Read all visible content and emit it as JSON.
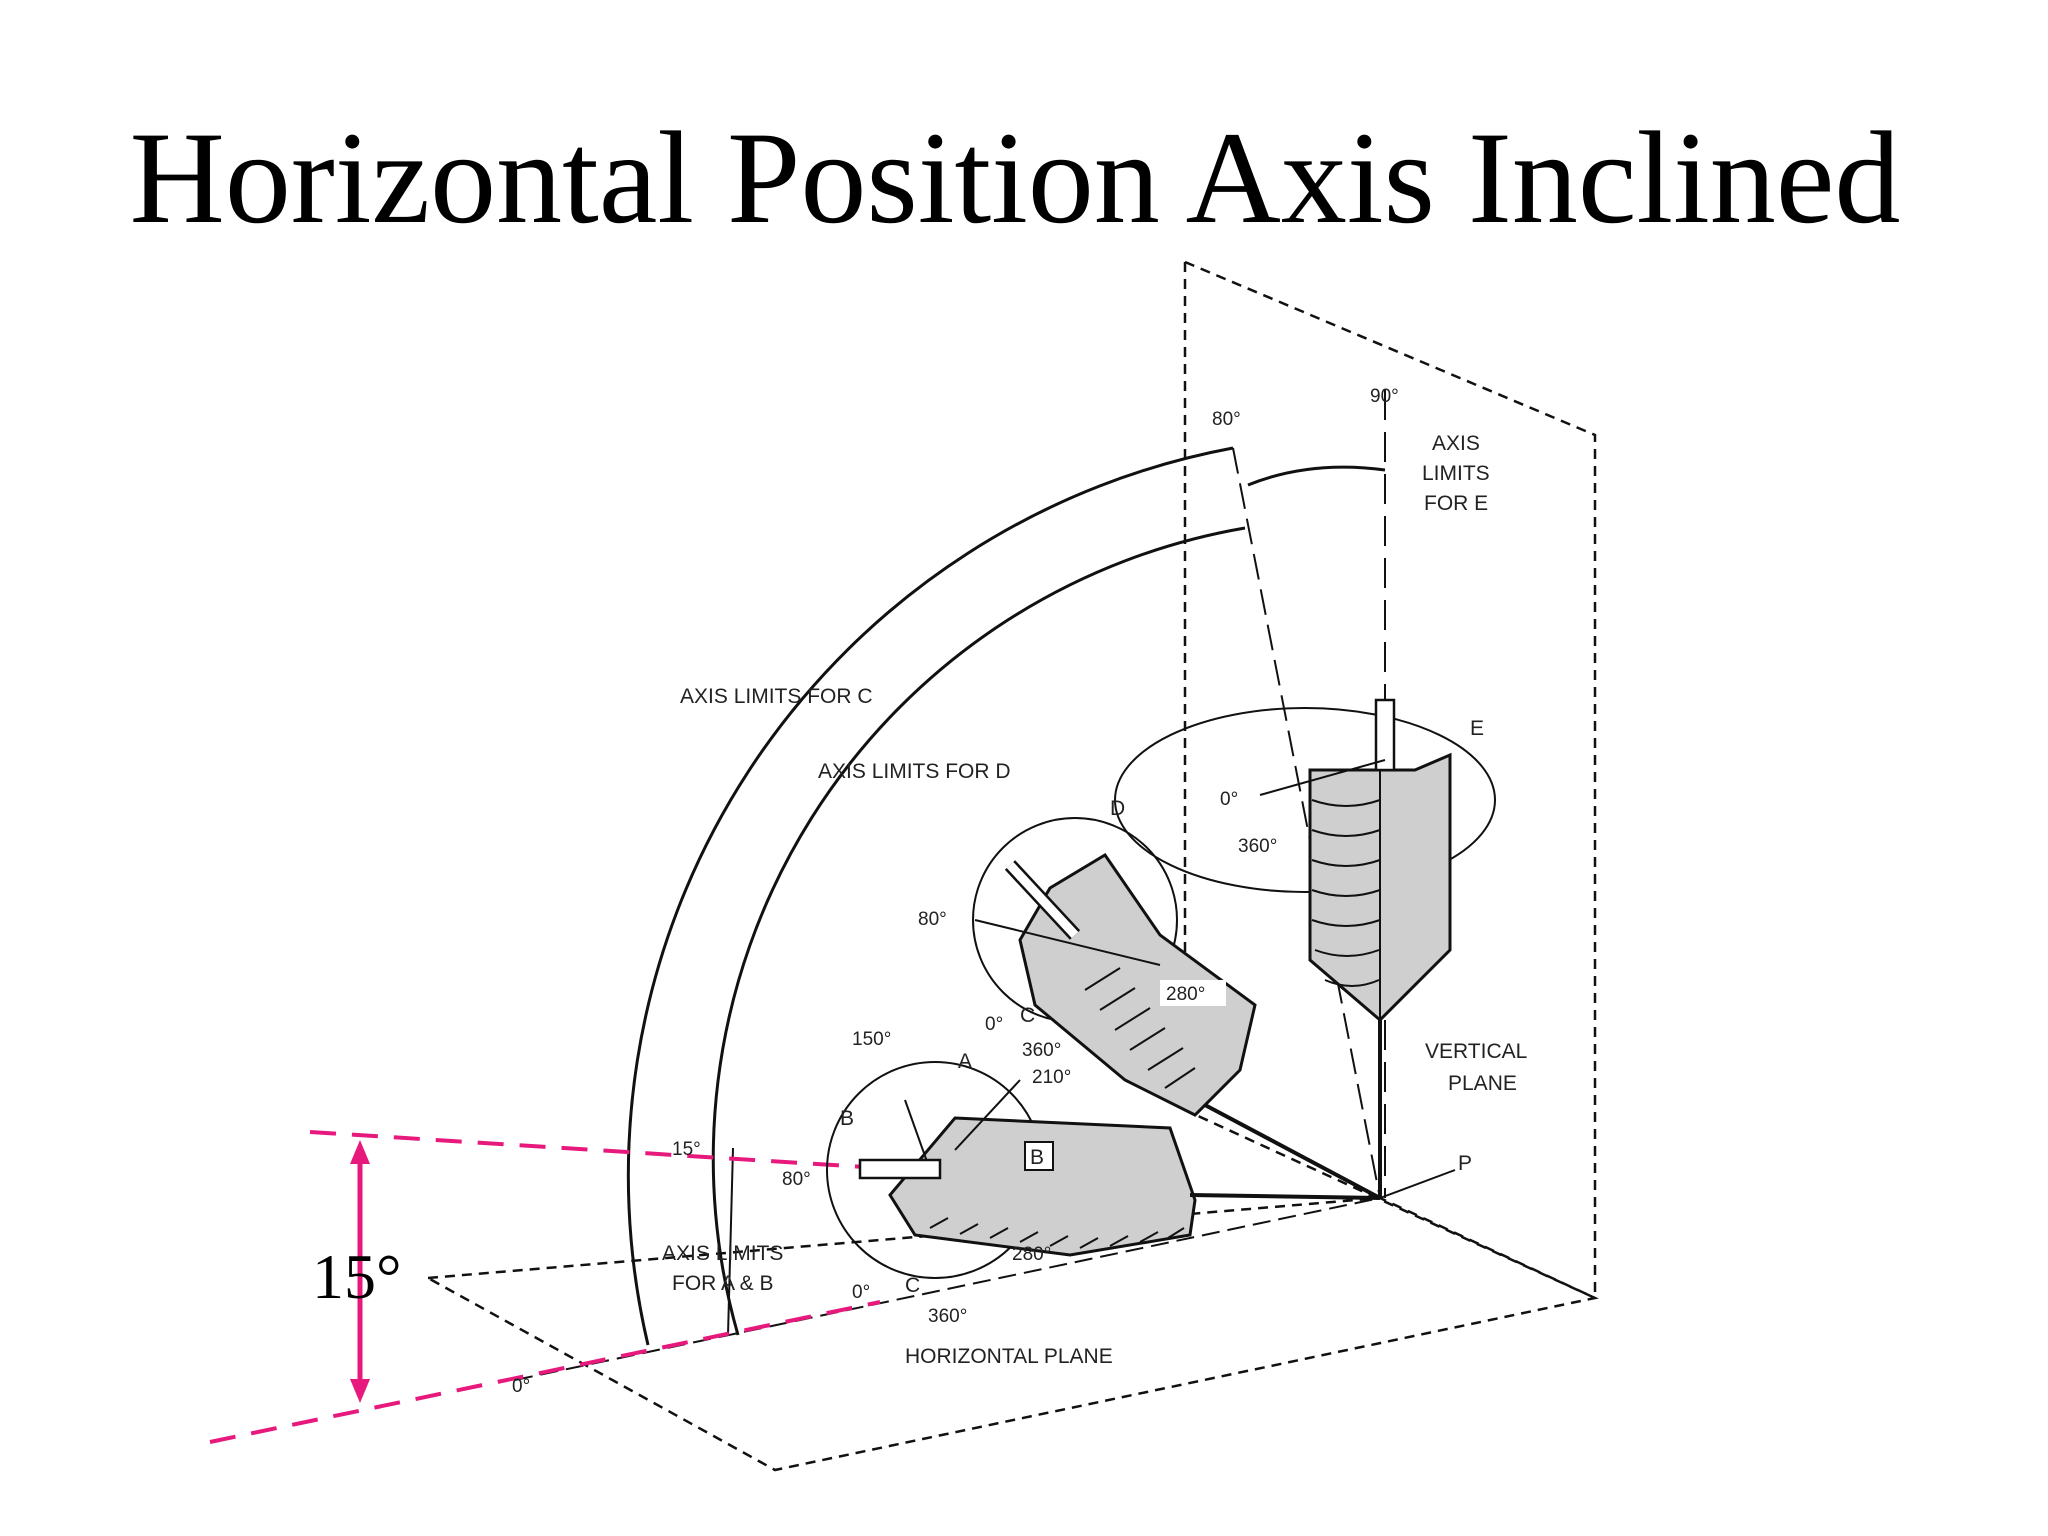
{
  "title": "Horizontal Position Axis Inclined",
  "labels": {
    "axis_limits_c": "AXIS LIMITS FOR C",
    "axis_limits_d": "AXIS LIMITS FOR D",
    "axis_limits_e_1": "AXIS",
    "axis_limits_e_2": "LIMITS",
    "axis_limits_e_3": "FOR E",
    "axis_limits_ab_1": "AXIS LIMITS",
    "axis_limits_ab_2": "FOR A & B",
    "vertical_plane_1": "VERTICAL",
    "vertical_plane_2": "PLANE",
    "horizontal_plane": "HORIZONTAL PLANE",
    "point_p": "P",
    "inclination": "15°"
  },
  "weld_e": {
    "name": "E",
    "deg_0": "0°",
    "deg_360": "360°"
  },
  "weld_d": {
    "name": "D",
    "deg_80": "80°",
    "deg_0": "0°",
    "name_c": "C",
    "deg_280": "280°",
    "deg_360": "360°"
  },
  "weld_ab": {
    "name_a": "A",
    "name_b": "B",
    "name_b_box": "B",
    "name_c": "C",
    "deg_150": "150°",
    "deg_210": "210°",
    "deg_80": "80°",
    "deg_15": "15°",
    "deg_0": "0°",
    "deg_280": "280°",
    "deg_360": "360°"
  },
  "arc_marks": {
    "deg_80": "80°",
    "deg_90": "90°",
    "deg_0": "0°"
  },
  "colors": {
    "accent": "#e8197d",
    "fill": "#cfcfcf",
    "ink": "#111111"
  }
}
